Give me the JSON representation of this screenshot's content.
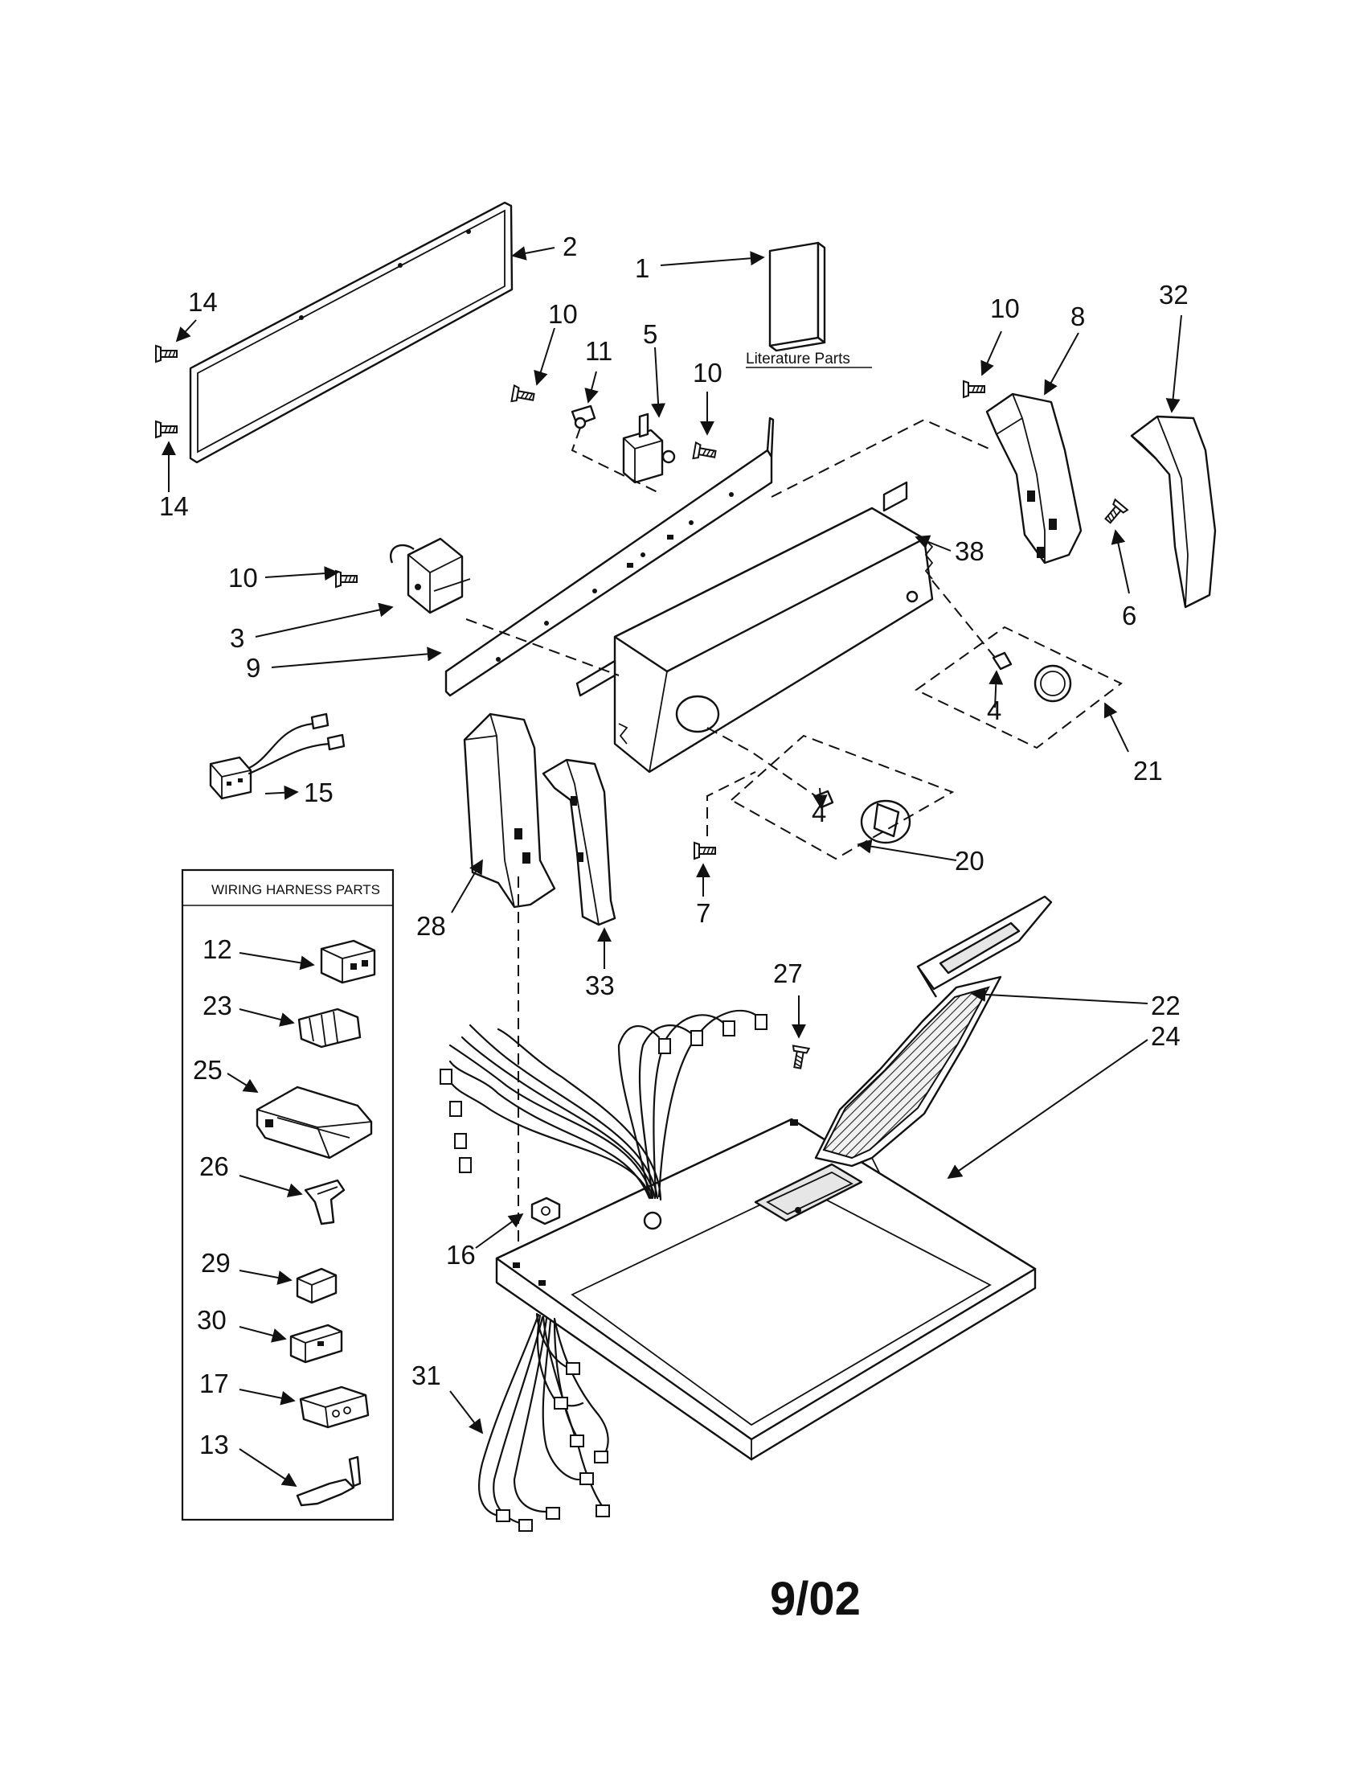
{
  "diagram": {
    "date_code": "9/02",
    "literature_label": "Literature Parts",
    "harness_box_title": "WIRING HARNESS PARTS",
    "callouts": {
      "c1": "1",
      "c2": "2",
      "c3": "3",
      "c4a": "4",
      "c4b": "4",
      "c5": "5",
      "c6": "6",
      "c7": "7",
      "c8": "8",
      "c9": "9",
      "c10a": "10",
      "c10b": "10",
      "c10c": "10",
      "c10d": "10",
      "c11": "11",
      "c12": "12",
      "c13": "13",
      "c14a": "14",
      "c14b": "14",
      "c15": "15",
      "c16": "16",
      "c17": "17",
      "c20": "20",
      "c21": "21",
      "c22": "22",
      "c23": "23",
      "c24": "24",
      "c25": "25",
      "c26": "26",
      "c27": "27",
      "c28": "28",
      "c29": "29",
      "c30": "30",
      "c31": "31",
      "c32": "32",
      "c33": "33",
      "c38": "38"
    },
    "icons": [
      "literature-icon",
      "rear-panel-icon",
      "screw-icon",
      "switch-icon",
      "bracket-icon",
      "console-icon",
      "knob-icon",
      "end-cap-icon",
      "harness-icon",
      "connector-icon",
      "top-panel-icon",
      "lint-screen-icon"
    ]
  }
}
